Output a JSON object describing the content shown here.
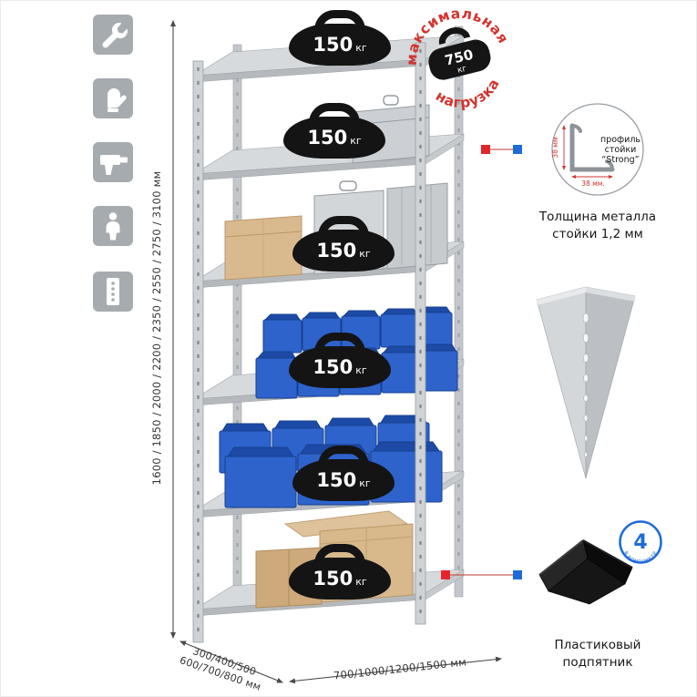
{
  "left_toolbar": {
    "tile_color": "#a6abb0",
    "icons": [
      {
        "name": "wrench-icon"
      },
      {
        "name": "gloves-icon"
      },
      {
        "name": "drill-icon"
      },
      {
        "name": "person-icon"
      },
      {
        "name": "perforated-post-icon"
      }
    ]
  },
  "dimensions": {
    "height_options": "1600 / 1850 / 2000 / 2200 / 2350 / 2550 / 2750 / 3100 мм",
    "depth_options_line1": "300/400/500",
    "depth_options_line2": "600/700/800 мм",
    "width_options": "700/1000/1200/1500 мм"
  },
  "shelf_load": {
    "value": "150",
    "unit": "кг",
    "shelf_count": 6
  },
  "max_load_stamp": {
    "arc_top": "максимальная",
    "arc_bottom": "нагрузка",
    "value": "750",
    "unit": "кг",
    "color": "#d2352f"
  },
  "profile_callout": {
    "label_line1": "профиль",
    "label_line2": "стойки",
    "label_line3": "“Strong”",
    "vertical_dim": "38 мм",
    "horizontal_dim": "38 мм.",
    "note_line1": "Толщина металла",
    "note_line2": "стойки 1,2 мм"
  },
  "foot_callout": {
    "badge_value": "4",
    "badge_arc_text": "в комплекте",
    "badge_color": "#1e6bd8",
    "label_line1": "Пластиковый",
    "label_line2": "подпятник"
  },
  "colors": {
    "bin_blue": "#2e63cc",
    "cardboard": "#d7b98c",
    "metal_gray": "#cfd3d6",
    "stamp_red": "#d2352f",
    "badge_blue": "#1e6bd8"
  }
}
